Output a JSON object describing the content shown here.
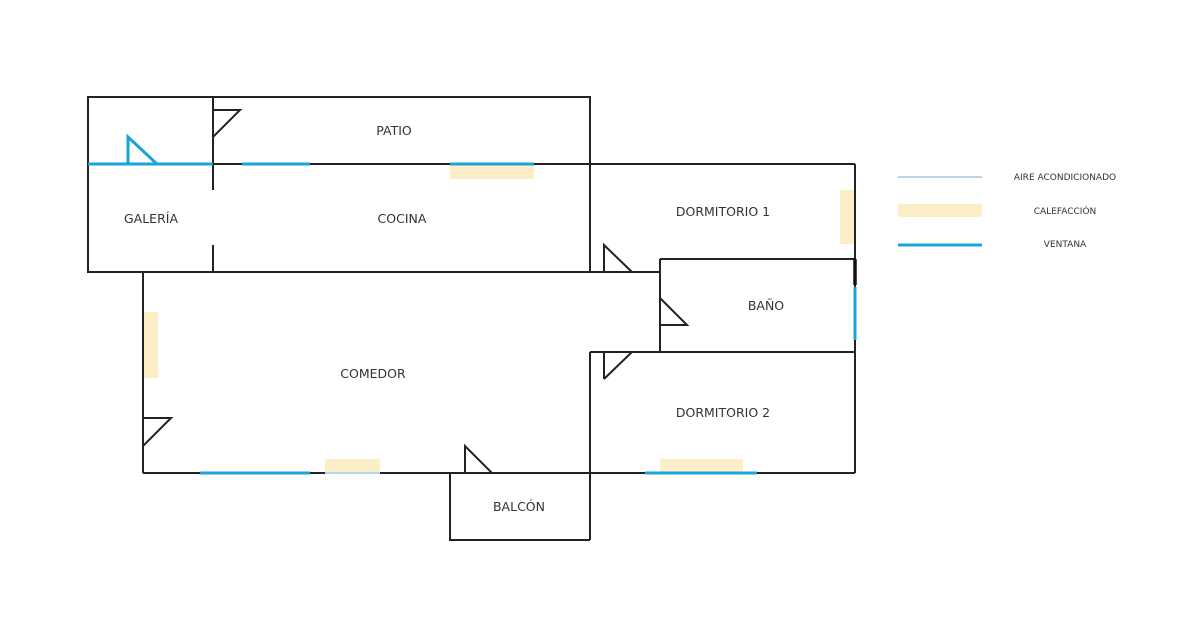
{
  "rooms": {
    "patio": "PATIO",
    "galeria": "GALERÍA",
    "cocina": "COCINA",
    "dormitorio1": "DORMITORIO 1",
    "bano": "BAÑO",
    "comedor": "COMEDOR",
    "dormitorio2": "DORMITORIO 2",
    "balcon": "BALCÓN"
  },
  "legend": [
    {
      "label": "AIRE ACONDICIONADO",
      "color": "#b8d4ea"
    },
    {
      "label": "CALEFACCIÓN",
      "color": "#fcefc8"
    },
    {
      "label": "VENTANA",
      "color": "#1aa3d9"
    }
  ]
}
